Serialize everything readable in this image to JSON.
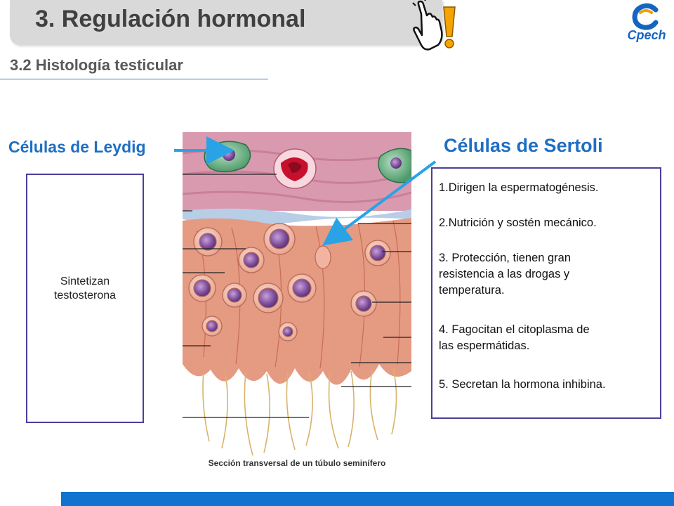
{
  "header": {
    "title": "3. Regulación hormonal",
    "logo_text": "Cpech"
  },
  "section": {
    "subtitle": "3.2 Histología testicular"
  },
  "leydig": {
    "heading": "Células de Leydig",
    "description_line1": "Sintetizan",
    "description_line2": "testosterona"
  },
  "sertoli": {
    "heading": "Células de Sertoli",
    "items": [
      {
        "line1": "1.Dirigen la espermatogénesis."
      },
      {
        "line1": "2.Nutrición y sostén mecánico."
      },
      {
        "line1": "3. Protección, tienen gran",
        "line2": "resistencia a las drogas y",
        "line3": "temperatura."
      },
      {
        "line1": "4. Fagocitan el citoplasma de",
        "line2": "las  espermátidas."
      },
      {
        "line1": "5. Secretan la hormona inhibina."
      }
    ]
  },
  "figure": {
    "caption": "Sección transversal de un túbulo seminífero"
  },
  "icons": {
    "pointer": "hand-pointer-exclamation-icon",
    "logo": "cpech-logo-icon"
  },
  "colors": {
    "accent_blue": "#1f6ec4",
    "box_border": "#4b3f9a",
    "arrow": "#29a3e6",
    "bottom_bar": "#1272cf",
    "title_bar": "#d9d9d9"
  }
}
